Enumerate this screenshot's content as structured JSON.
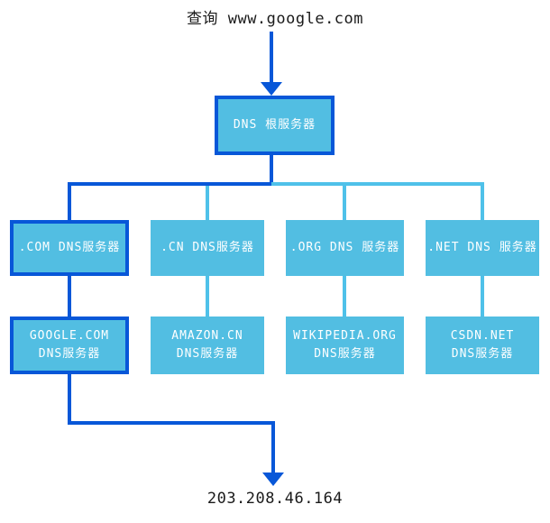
{
  "labels": {
    "query": "查询 www.google.com",
    "result_ip": "203.208.46.164"
  },
  "root": {
    "label": "DNS 根服务器",
    "highlighted": true
  },
  "tld_servers": [
    {
      "label": ".COM DNS服务器",
      "highlighted": true
    },
    {
      "label": ".CN DNS服务器",
      "highlighted": false
    },
    {
      "label": ".ORG DNS 服务器",
      "highlighted": false
    },
    {
      "label": ".NET DNS 服务器",
      "highlighted": false
    }
  ],
  "authoritative_servers": [
    {
      "line1": "GOOGLE.COM",
      "line2": "DNS服务器",
      "highlighted": true
    },
    {
      "line1": "AMAZON.CN",
      "line2": "DNS服务器",
      "highlighted": false
    },
    {
      "line1": "WIKIPEDIA.ORG",
      "line2": "DNS服务器",
      "highlighted": false
    },
    {
      "line1": "CSDN.NET",
      "line2": "DNS服务器",
      "highlighted": false
    }
  ],
  "colors": {
    "highlight_path": "#0857d8",
    "node_fill": "#52bee2",
    "link_line": "#4fc1e9",
    "node_text": "#ffffff",
    "label_text": "#1a1a1a"
  }
}
